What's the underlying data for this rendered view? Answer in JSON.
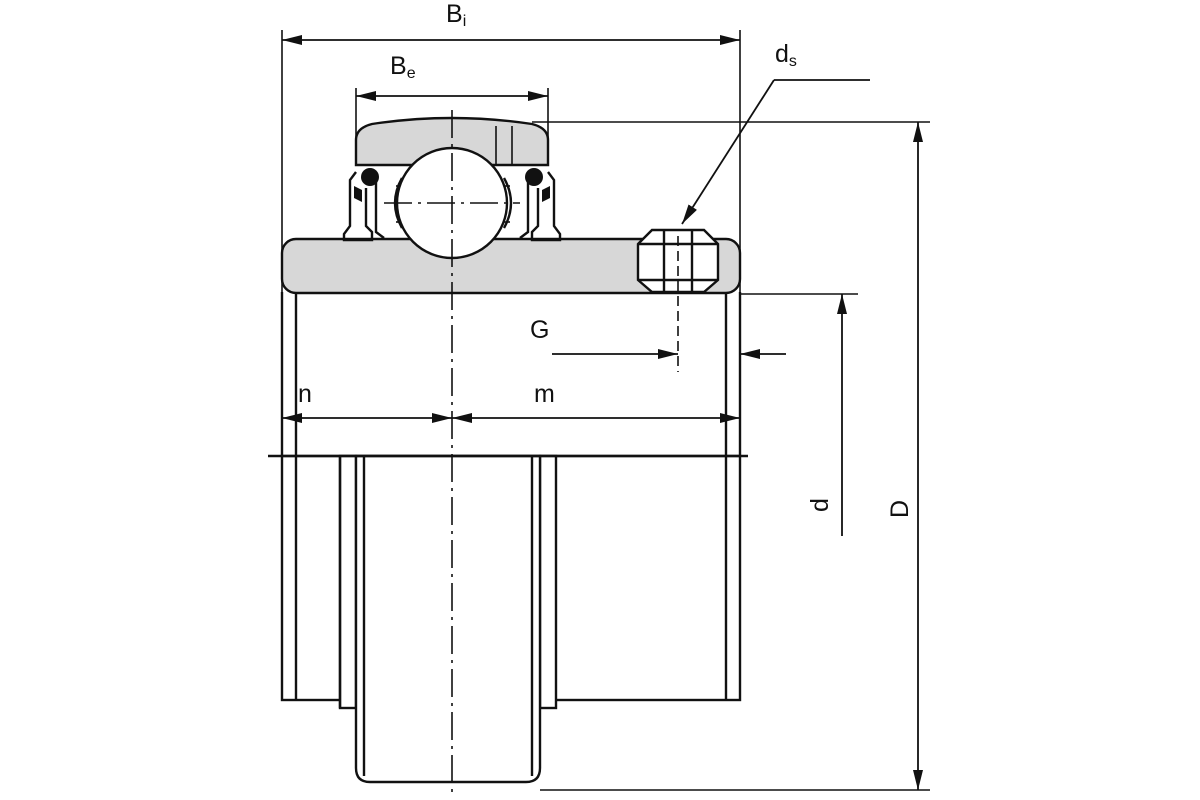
{
  "labels": {
    "Bi": {
      "main": "B",
      "sub": "i"
    },
    "Be": {
      "main": "B",
      "sub": "e"
    },
    "ds": {
      "main": "d",
      "sub": "s"
    },
    "G": "G",
    "n": "n",
    "m": "m",
    "d": "d",
    "D": "D"
  },
  "colors": {
    "line": "#111111",
    "fill": "#d7d7d7",
    "background": "#ffffff"
  }
}
